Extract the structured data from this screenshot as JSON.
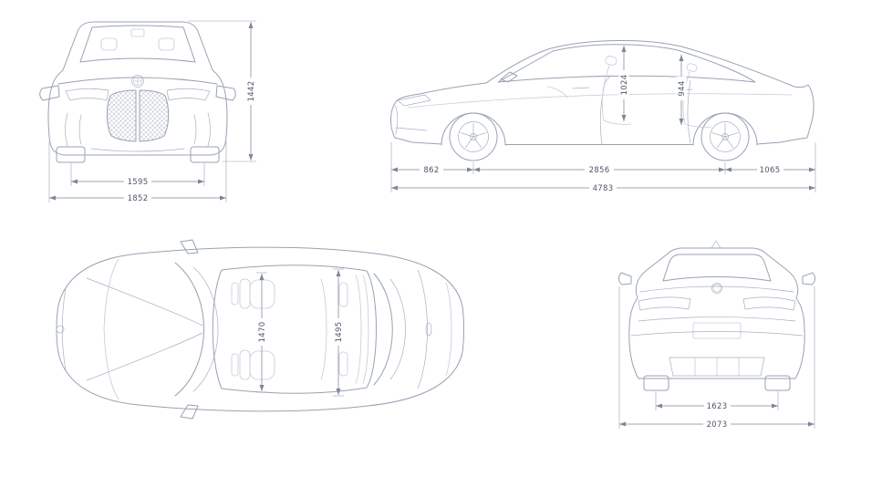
{
  "diagram": {
    "colors": {
      "background": "#ffffff",
      "car_line": "#98a1b3",
      "detail_line": "#c5cbd7",
      "dimension_line": "#7e8798",
      "dimension_text": "#4d5668"
    },
    "front_view": {
      "overall_height": "1442",
      "track_width": "1595",
      "overall_width": "1852"
    },
    "side_view": {
      "front_headroom": "1024",
      "rear_headroom": "944",
      "front_overhang": "862",
      "wheelbase": "2856",
      "rear_overhang": "1065",
      "overall_length": "4783"
    },
    "top_view": {
      "front_interior_width": "1470",
      "rear_interior_width": "1495"
    },
    "rear_view": {
      "rear_track": "1623",
      "overall_width_incl_mirrors": "2073"
    }
  }
}
